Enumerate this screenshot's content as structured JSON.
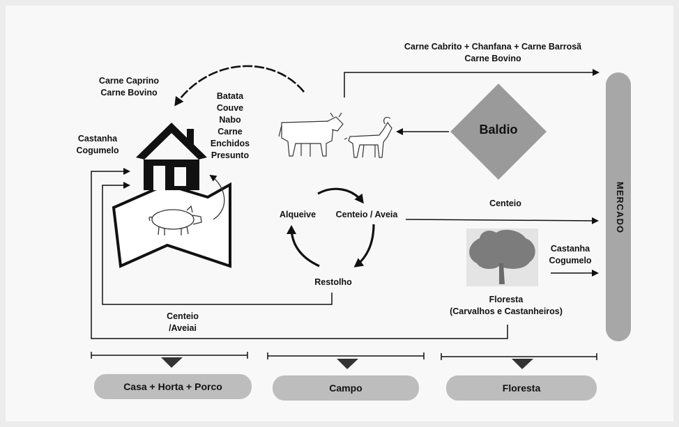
{
  "nodes": {
    "baldio": "Baldio",
    "mercado": "MERCADO",
    "alqueive": "Alqueive",
    "centeio_aveia": "Centeio / Aveia",
    "restolho": "Restolho",
    "floresta_title": "Floresta",
    "floresta_sub": "(Carvalhos e Castanheiros)"
  },
  "flows": {
    "market_meat_1": "Carne Cabrito + Chanfana + Carne Barrosã",
    "market_meat_2": "Carne Bovino",
    "house_meat_1": "Carne Caprino",
    "house_meat_2": "Carne Bovino",
    "pig_products": [
      "Batata",
      "Couve",
      "Nabo",
      "Carne",
      "Enchidos",
      "Presunto"
    ],
    "house_forest_1": "Castanha",
    "house_forest_2": "Cogumelo",
    "market_centeio": "Centeio",
    "market_forest_1": "Castanha",
    "market_forest_2": "Cogumelo",
    "house_cereal_1": "Centeio",
    "house_cereal_2": "/Aveiai"
  },
  "zones": [
    "Casa + Horta + Porco",
    "Campo",
    "Floresta"
  ],
  "icons": {
    "house": "house-icon",
    "pig": "pig-icon",
    "cow": "cow-icon",
    "goat": "goat-icon",
    "tree": "tree-icon"
  },
  "colors": {
    "diamond": "#9a9a9a",
    "pill": "#bdbdbd",
    "mercado": "#a7a7a7",
    "tree": "#7c7c7c"
  }
}
